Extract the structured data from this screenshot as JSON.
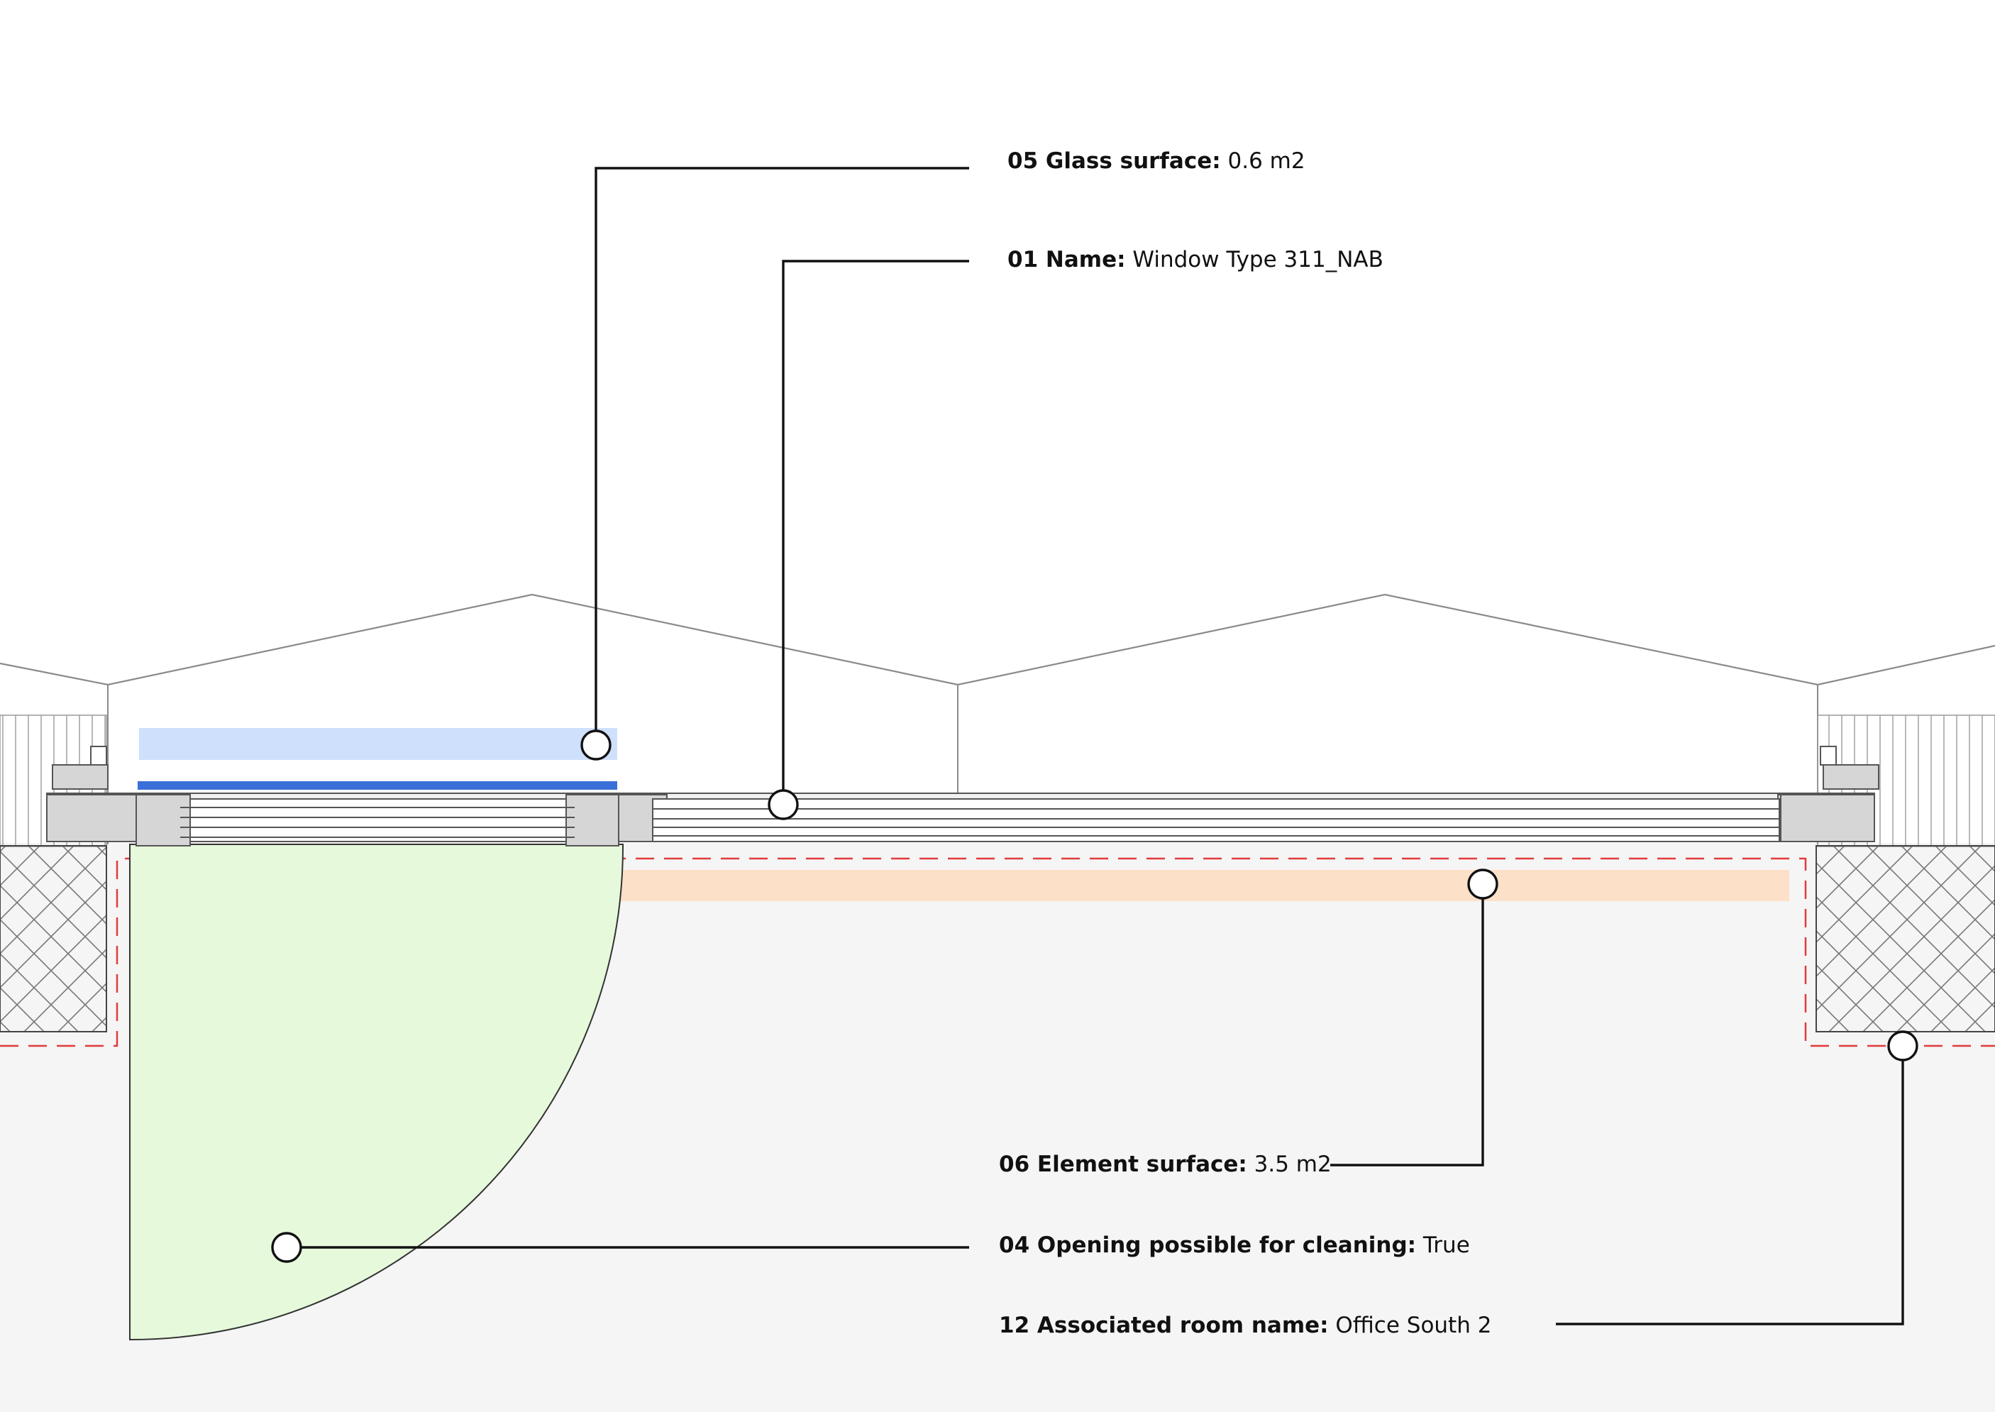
{
  "diagram": {
    "colors": {
      "background": "#ffffff",
      "floor": "#f5f5f5",
      "glass_surface": "#cfe0fc",
      "glass_blue": "#3a6fd8",
      "element_surface": "#fde0c8",
      "opening_swing": "#e6fadb",
      "boundary_dashed": "#e23b3b",
      "line": "#111111",
      "frame": "#d6d6d6"
    },
    "annotations": [
      {
        "id": "05",
        "key": "05 Glass surface:",
        "value": "0.6 m2"
      },
      {
        "id": "01",
        "key": "01 Name:",
        "value": "Window Type 311_NAB"
      },
      {
        "id": "06",
        "key": "06 Element surface:",
        "value": "3.5 m2"
      },
      {
        "id": "04",
        "key": "04 Opening possible for cleaning:",
        "value": "True"
      },
      {
        "id": "12",
        "key": "12 Associated room name:",
        "value": "Office South 2"
      }
    ]
  }
}
